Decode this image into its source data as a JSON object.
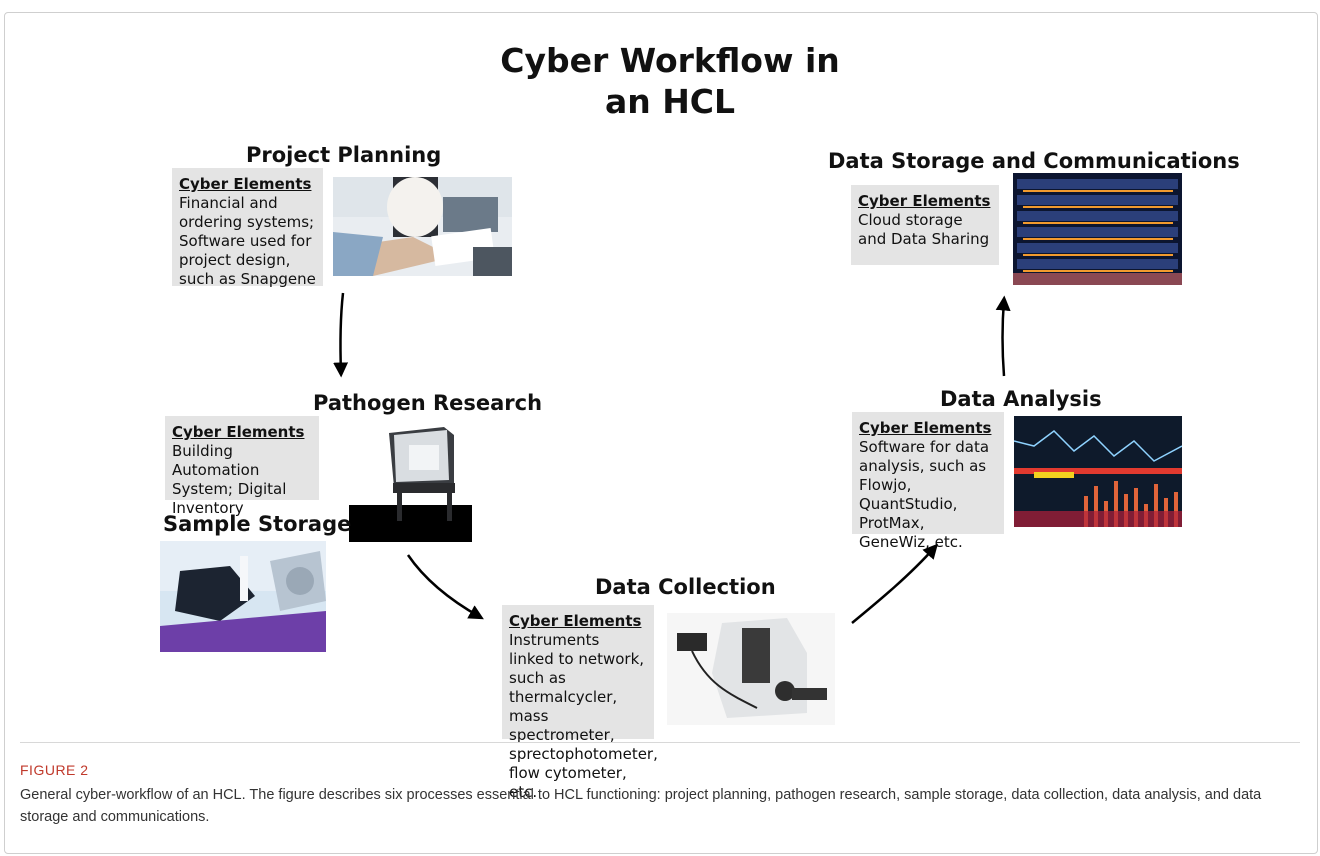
{
  "title_line1": "Cyber Workflow in",
  "title_line2": "an HCL",
  "stages": {
    "project_planning": {
      "title": "Project Planning",
      "head": "Cyber Elements",
      "body": "Financial and ordering systems; Software used for project design, such as Snapgene"
    },
    "pathogen_research": {
      "title": "Pathogen Research",
      "head": "Cyber Elements",
      "body": "Building Automation System; Digital Inventory"
    },
    "sample_storage": {
      "title": "Sample Storage"
    },
    "data_collection": {
      "title": "Data Collection",
      "head": "Cyber Elements",
      "body": "Instruments linked to network, such as thermalcycler, mass spectrometer, sprectophotometer, flow cytometer, etc."
    },
    "data_analysis": {
      "title": "Data Analysis",
      "head": "Cyber Elements",
      "body": "Software for data analysis, such as Flowjo, QuantStudio, ProtMax, GeneWiz, etc."
    },
    "data_storage": {
      "title": "Data Storage and Communications",
      "head": "Cyber Elements",
      "body": "Cloud storage and Data Sharing"
    }
  },
  "caption": {
    "label": "FIGURE 2",
    "text": "General cyber-workflow of an HCL. The figure describes six processes essential to HCL functioning: project planning, pathogen research, sample storage, data collection, data analysis, and data storage and communications."
  },
  "colors": {
    "box_bg": "#e4e4e4",
    "figure_label": "#c0392b"
  }
}
